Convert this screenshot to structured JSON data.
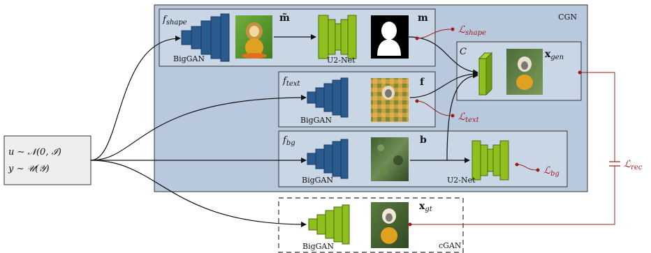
{
  "colors": {
    "panel_fill": "#b9c9dd",
    "panel_stroke": "#333333",
    "inner_fill": "#c9d6e6",
    "biggan_blue": "#2b5a8e",
    "net_green": "#8fbf1f",
    "loss_red": "#9b1b1b",
    "input_fill": "#eeeeee"
  },
  "cgn_label": "CGN",
  "cgan_label": "cGAN",
  "input_box": {
    "line1": "u ∼ 𝒩(0, ℐ)",
    "line2": "y ∼ 𝒰(𝒴)"
  },
  "shape_panel": {
    "func_main": "f",
    "func_sub": "shape",
    "generator_label": "BigGAN",
    "tilde_mask_label": "m̃",
    "net_label": "U2-Net",
    "mask_label": "m",
    "loss_main": "ℒ",
    "loss_sub": "shape"
  },
  "text_panel": {
    "func_main": "f",
    "func_sub": "text",
    "generator_label": "BigGAN",
    "output_label": "f",
    "loss_main": "ℒ",
    "loss_sub": "text"
  },
  "bg_panel": {
    "func_main": "f",
    "func_sub": "bg",
    "generator_label": "BigGAN",
    "output_label": "b",
    "net_label": "U2-Net",
    "loss_main": "ℒ",
    "loss_sub": "bg"
  },
  "composer_panel": {
    "label": "C",
    "output_main": "x",
    "output_sub": "gen"
  },
  "rec_loss": {
    "main": "ℒ",
    "sub": "rec"
  },
  "cgan_panel": {
    "generator_label": "BigGAN",
    "output_main": "x",
    "output_sub": "gt"
  },
  "icons": [
    "monkey-image-icon",
    "mask-silhouette-icon",
    "texture-image-icon",
    "background-image-icon",
    "network-stack-icon"
  ]
}
